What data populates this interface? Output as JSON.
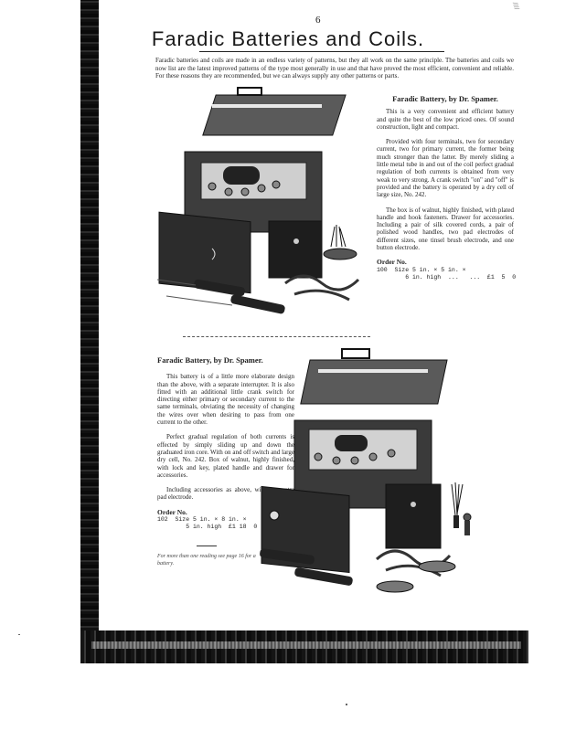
{
  "page_number": "6",
  "title": "Faradic Batteries and Coils.",
  "intro": "Faradic batteries and coils are made in an endless variety of patterns, but they all work on the same principle. The batteries and coils we now list are the latest improved patterns of the type most generally in use and that have proved the most efficient, convenient and reliable. For these reasons they are recommended, but we can always supply any other patterns or parts.",
  "battery_one": {
    "heading": "Faradic Battery, by Dr. Spamer.",
    "paragraphs": [
      "This is a very convenient and efficient battery and quite the best of the low priced ones. Of sound construction, light and compact.",
      "Provided with four terminals, two for secondary current, two for primary current, the former being much stronger than the latter. By merely sliding a little metal tube in and out of the coil perfect gradual regulation of both currents is obtained from very weak to very strong. A crank switch \"on\" and \"off\" is provided and the battery is operated by a dry cell of large size, No. 242.",
      "The box is of walnut, highly finished, with plated handle and hook fasteners. Drawer for accessories. Including a pair of silk covered cords, a pair of polished wood handles, two pad electrodes of different sizes, one tinsel brush electrode, and one button electrode."
    ],
    "order_label": "Order No.",
    "order_line_1": "100  Size 5 in. × 5 in. ×",
    "order_line_2": "        6 in. high  ...   ...  £1  5  0"
  },
  "battery_two": {
    "heading": "Faradic Battery, by Dr. Spamer.",
    "paragraphs": [
      "This battery is of a little more elaborate design than the above, with a separate interrupter. It is also fitted with an additional little crank switch for directing either primary or secondary current to the same terminals, obviating the necessity of changing the wires over when desiring to pass from one current to the other.",
      "Perfect gradual regulation of both currents is effected by simply sliding up and down the graduated iron core. With on and off switch and large dry cell, No. 242. Box of walnut, highly finished, with lock and key, plated handle and drawer for accessories.",
      "Including accessories as above, with one extra pad electrode."
    ],
    "order_label": "Order No.",
    "order_line_1": "102  Size 5 in. × 8 in. ×",
    "order_line_2": "        5 in. high  £1 18  0"
  },
  "footnote": "For more than one reading see page 16 for a battery."
}
